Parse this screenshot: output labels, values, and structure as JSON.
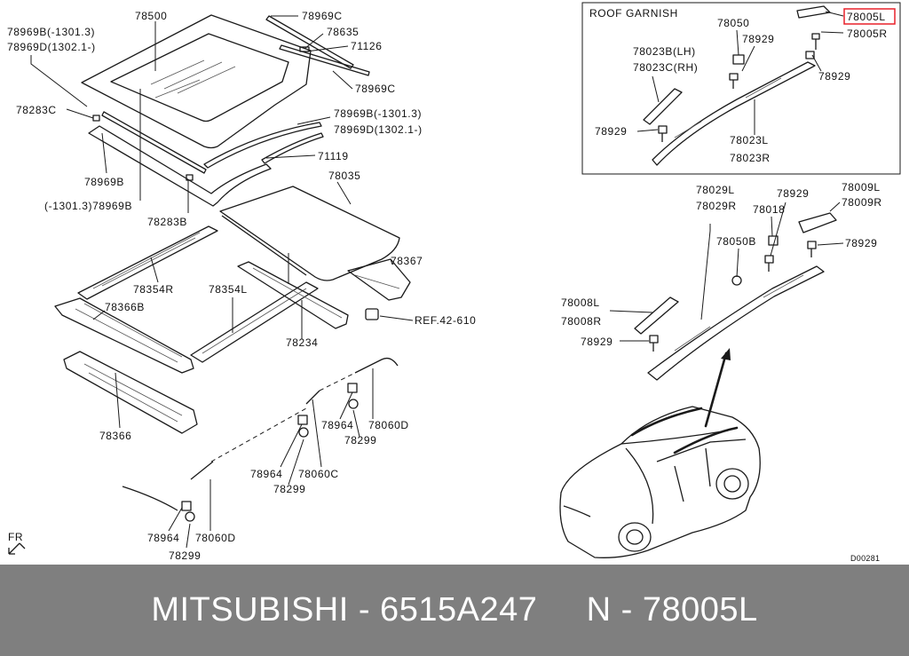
{
  "diagram": {
    "labels": {
      "l78500": "78500",
      "l78969b_1": "78969B(-1301.3)",
      "l78969d_1": "78969D(1302.1-)",
      "l78969c_top": "78969C",
      "l78635": "78635",
      "l71126": "71126",
      "l78969c_mid": "78969C",
      "l78283c": "78283C",
      "l78969b_2": "78969B(-1301.3)",
      "l78969d_2": "78969D(1302.1-)",
      "l71119": "71119",
      "l78969b_3": "78969B",
      "l1301_78969b": "(-1301.3)78969B",
      "l78283b": "78283B",
      "l78035": "78035",
      "l78354r": "78354R",
      "l78366b": "78366B",
      "l78354l": "78354L",
      "l78367": "78367",
      "lref": "REF.42-610",
      "l78234": "78234",
      "l78366": "78366",
      "l78964_a": "78964",
      "l78060d_a": "78060D",
      "l78299_a": "78299",
      "l78964_b": "78964",
      "l78060c": "78060C",
      "l78299_b": "78299",
      "l78964_c": "78964",
      "l78060d_c": "78060D",
      "l78299_c": "78299",
      "lfr": "FR",
      "roof_garnish_title": "ROOF GARNISH",
      "g78050": "78050",
      "g78005l": "78005L",
      "g78005r": "78005R",
      "g78023b": "78023B(LH)",
      "g78023c": "78023C(RH)",
      "g78929_a": "78929",
      "g78929_b": "78929",
      "g78929_c": "78929",
      "g78023l": "78023L",
      "g78023r": "78023R",
      "r78029l": "78029L",
      "r78029r": "78029R",
      "r78929_a": "78929",
      "r78009l": "78009L",
      "r78009r": "78009R",
      "r78018": "78018",
      "r78050b": "78050B",
      "r78929_b": "78929",
      "r78008l": "78008L",
      "r78008r": "78008R",
      "r78929_c": "78929",
      "code": "D00281"
    },
    "highlight_color": "#e8202a"
  },
  "footer": {
    "text": "MITSUBISHI - 6515A247     N - 78005L"
  }
}
